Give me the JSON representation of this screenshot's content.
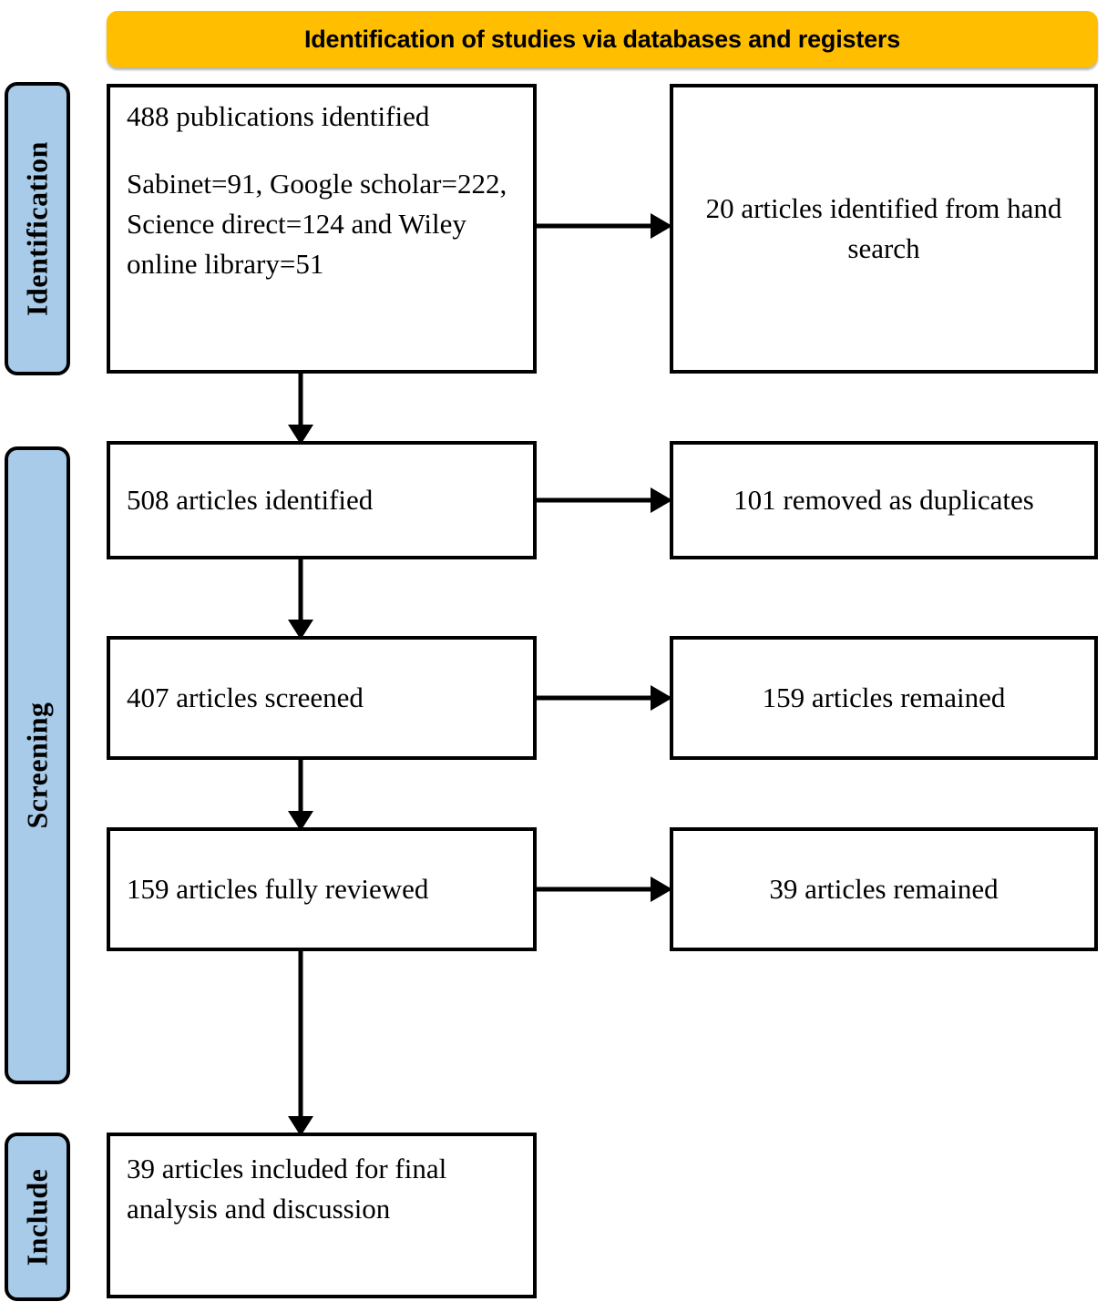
{
  "diagram": {
    "title": "Identification of studies via databases and registers",
    "colors": {
      "banner": "#FFBF00",
      "stage_sidebar": "#A7CBE8",
      "box_border": "#000000",
      "text": "#000000",
      "background": "#FFFFFF"
    },
    "stages": [
      {
        "id": "identification",
        "label": "Identification"
      },
      {
        "id": "screening",
        "label": "Screening"
      },
      {
        "id": "include",
        "label": "Include"
      }
    ],
    "boxes": {
      "identified": {
        "line1": "488 publications identified",
        "line2": "Sabinet=91, Google scholar=222, Science direct=124 and Wiley online library=51"
      },
      "hand_search": {
        "text": "20 articles identified from hand search"
      },
      "articles_508": {
        "text": "508 articles identified"
      },
      "duplicates": {
        "text": "101 removed as duplicates"
      },
      "screened_407": {
        "text": "407 articles screened"
      },
      "remained_159": {
        "text": "159 articles remained"
      },
      "fully_reviewed_159": {
        "text": "159 articles fully reviewed"
      },
      "remained_39": {
        "text": "39 articles remained"
      },
      "included_39": {
        "text": "39 articles included for final analysis and discussion"
      }
    },
    "arrows": [
      {
        "id": "identified-to-hand-search",
        "direction": "right"
      },
      {
        "id": "articles508-to-duplicates",
        "direction": "right"
      },
      {
        "id": "screened-to-remained159",
        "direction": "right"
      },
      {
        "id": "reviewed-to-remained39",
        "direction": "right"
      },
      {
        "id": "identified-to-articles508",
        "direction": "down"
      },
      {
        "id": "articles508-to-screened",
        "direction": "down"
      },
      {
        "id": "screened-to-reviewed",
        "direction": "down"
      },
      {
        "id": "reviewed-to-included",
        "direction": "down"
      }
    ]
  },
  "chart_data": {
    "type": "diagram",
    "title": "PRISMA flow diagram — Identification of studies via databases and registers",
    "nodes": [
      {
        "id": "identified",
        "stage": "Identification",
        "column": "left",
        "value": 488,
        "label": "488 publications identified"
      },
      {
        "id": "sources",
        "stage": "Identification",
        "column": "left",
        "label": "Sabinet=91, Google scholar=222, Science direct=124 and Wiley online library=51"
      },
      {
        "id": "hand_search",
        "stage": "Identification",
        "column": "right",
        "value": 20,
        "label": "20 articles identified from hand search"
      },
      {
        "id": "articles_508",
        "stage": "Screening",
        "column": "left",
        "value": 508,
        "label": "508 articles identified"
      },
      {
        "id": "duplicates",
        "stage": "Screening",
        "column": "right",
        "value": 101,
        "label": "101 removed as duplicates"
      },
      {
        "id": "screened_407",
        "stage": "Screening",
        "column": "left",
        "value": 407,
        "label": "407 articles screened"
      },
      {
        "id": "remained_159",
        "stage": "Screening",
        "column": "right",
        "value": 159,
        "label": "159 articles remained"
      },
      {
        "id": "fully_reviewed_159",
        "stage": "Screening",
        "column": "left",
        "value": 159,
        "label": "159 articles fully reviewed"
      },
      {
        "id": "remained_39",
        "stage": "Screening",
        "column": "right",
        "value": 39,
        "label": "39 articles remained"
      },
      {
        "id": "included_39",
        "stage": "Include",
        "column": "left",
        "value": 39,
        "label": "39 articles included for final analysis and discussion"
      }
    ],
    "edges": [
      {
        "from": "identified",
        "to": "hand_search"
      },
      {
        "from": "identified",
        "to": "articles_508"
      },
      {
        "from": "articles_508",
        "to": "duplicates"
      },
      {
        "from": "articles_508",
        "to": "screened_407"
      },
      {
        "from": "screened_407",
        "to": "remained_159"
      },
      {
        "from": "screened_407",
        "to": "fully_reviewed_159"
      },
      {
        "from": "fully_reviewed_159",
        "to": "remained_39"
      },
      {
        "from": "fully_reviewed_159",
        "to": "included_39"
      }
    ],
    "sources": [
      {
        "name": "Sabinet",
        "count": 91
      },
      {
        "name": "Google scholar",
        "count": 222
      },
      {
        "name": "Science direct",
        "count": 124
      },
      {
        "name": "Wiley online library",
        "count": 51
      }
    ]
  }
}
